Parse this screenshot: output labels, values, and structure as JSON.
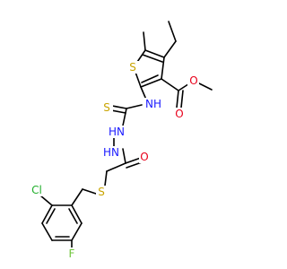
{
  "colors": {
    "bond": "#000000",
    "carbon": "#000000",
    "oxygen": "#e8001a",
    "nitrogen": "#1a1aff",
    "sulfur": "#c9a400",
    "chlorine": "#1fae2a",
    "fluorine": "#6ec43a"
  },
  "atoms": {
    "s_thiophene": "S",
    "o_carbonyl_ester": "O",
    "o_ester": "O",
    "nh_thioamide": "NH",
    "s_thiocarbonyl": "S",
    "hn_1": "HN",
    "hn_2": "HN",
    "o_amide": "O",
    "s_thioether": "S",
    "cl": "Cl",
    "f": "F"
  }
}
